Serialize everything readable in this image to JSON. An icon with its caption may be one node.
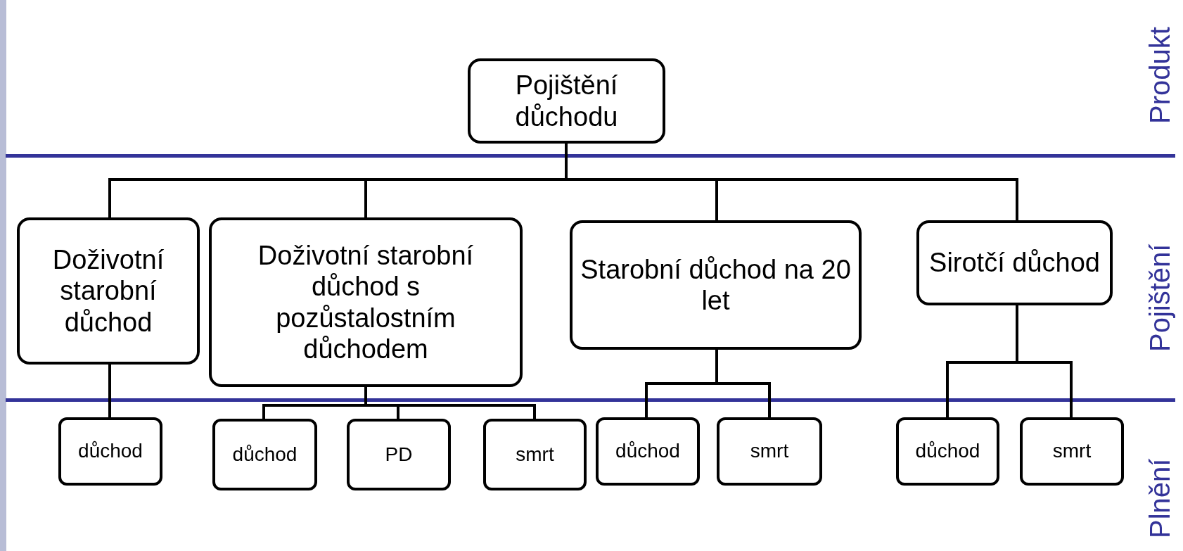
{
  "diagram": {
    "nodes": [
      {
        "text": [
          "Pojištění důchodu"
        ]
      },
      {
        "text": [
          "Doživotní starobní důchod"
        ]
      },
      {
        "text": [
          "Doživotní starobní důchod s pozůstalostním důchodem"
        ]
      },
      {
        "text": [
          "Starobní důchod na 20 let"
        ]
      },
      {
        "text": [
          "Sirotčí důchod"
        ]
      },
      {
        "text": [
          "důchod"
        ]
      },
      {
        "text": [
          "důchod"
        ]
      },
      {
        "text": [
          "PD"
        ]
      },
      {
        "text": [
          "smrt"
        ]
      },
      {
        "text": [
          "důchod"
        ]
      },
      {
        "text": [
          "smrt"
        ]
      },
      {
        "text": [
          "důchod"
        ]
      },
      {
        "text": [
          "smrt"
        ]
      }
    ],
    "edges": [
      {
        "from": 0,
        "to": 1,
        "arrow": "none"
      },
      {
        "from": 0,
        "to": 2,
        "arrow": "none"
      },
      {
        "from": 0,
        "to": 3,
        "arrow": "none"
      },
      {
        "from": 0,
        "to": 4,
        "arrow": "none"
      },
      {
        "from": 1,
        "to": 5,
        "arrow": "none"
      },
      {
        "from": 2,
        "to": 6,
        "arrow": "none"
      },
      {
        "from": 2,
        "to": 7,
        "arrow": "none"
      },
      {
        "from": 2,
        "to": 8,
        "arrow": "none"
      },
      {
        "from": 3,
        "to": 9,
        "arrow": "none"
      },
      {
        "from": 3,
        "to": 10,
        "arrow": "none"
      },
      {
        "from": 4,
        "to": 11,
        "arrow": "none"
      },
      {
        "from": 4,
        "to": 12,
        "arrow": "none"
      }
    ],
    "labels": [
      "Produkt",
      "Pojištění",
      "Plnění"
    ]
  }
}
